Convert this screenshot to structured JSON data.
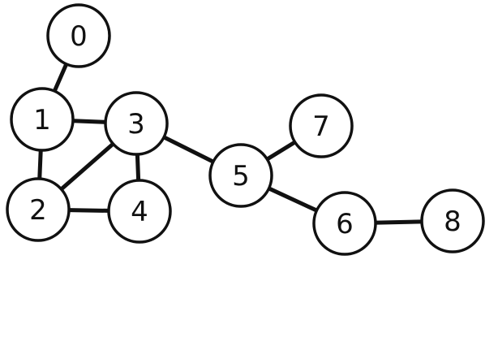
{
  "colors": {
    "background": "#ffffff",
    "stroke": "#111111",
    "node_fill": "#ffffff",
    "label": "#111111"
  },
  "nodes": [
    {
      "id": "0",
      "label": "0"
    },
    {
      "id": "1",
      "label": "1"
    },
    {
      "id": "2",
      "label": "2"
    },
    {
      "id": "3",
      "label": "3"
    },
    {
      "id": "4",
      "label": "4"
    },
    {
      "id": "5",
      "label": "5"
    },
    {
      "id": "6",
      "label": "6"
    },
    {
      "id": "7",
      "label": "7"
    },
    {
      "id": "8",
      "label": "8"
    }
  ],
  "edges": [
    [
      "0",
      "1"
    ],
    [
      "1",
      "3"
    ],
    [
      "1",
      "2"
    ],
    [
      "2",
      "3"
    ],
    [
      "2",
      "4"
    ],
    [
      "3",
      "4"
    ],
    [
      "3",
      "5"
    ],
    [
      "5",
      "7"
    ],
    [
      "5",
      "6"
    ],
    [
      "6",
      "8"
    ]
  ]
}
